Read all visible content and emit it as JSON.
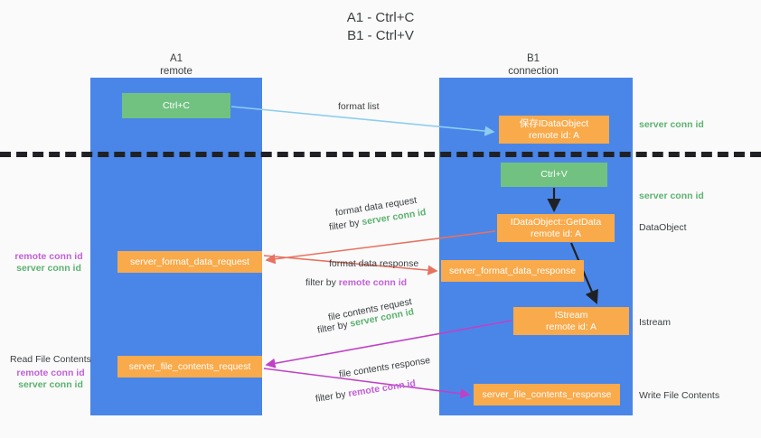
{
  "title": {
    "line1": "A1 - Ctrl+C",
    "line2": "B1 - Ctrl+V"
  },
  "columns": [
    {
      "name": "A1",
      "role": "remote"
    },
    {
      "name": "B1",
      "role": "connection"
    }
  ],
  "boxes": {
    "ctrl_c": {
      "label": "Ctrl+C",
      "color": "#71c281"
    },
    "idataobject": {
      "line1": "保存IDataObject",
      "line2": "remote id: A",
      "color": "#f9aa4b"
    },
    "ctrl_v": {
      "label": "Ctrl+V",
      "color": "#71c281"
    },
    "getdata": {
      "line1": "IDataObject::GetData",
      "line2": "remote id: A",
      "color": "#f9aa4b"
    },
    "server_format_data_request": {
      "label": "server_format_data_request",
      "color": "#f9aa4b"
    },
    "server_format_data_response": {
      "label": "server_format_data_response",
      "color": "#f9aa4b"
    },
    "istream": {
      "line1": "IStream",
      "line2": "remote id: A",
      "color": "#f9aa4b"
    },
    "server_file_contents_request": {
      "label": "server_file_contents_request",
      "color": "#f9aa4b"
    },
    "server_file_contents_response": {
      "label": "server_file_contents_response",
      "color": "#f9aa4b"
    }
  },
  "edge_labels": {
    "format_list": "format list",
    "format_data_request": "format data request",
    "format_data_request_filter_prefix": "filter by ",
    "format_data_request_filter_key": "server conn id",
    "format_data_response": "format data response",
    "format_data_response_filter_prefix": "filter by ",
    "format_data_response_filter_key": "remote conn id",
    "file_contents_request": "file contents request",
    "file_contents_request_filter_prefix": "filter by ",
    "file_contents_request_filter_key": "server conn id",
    "file_contents_response": "file contents response",
    "file_contents_response_filter_prefix": "filter by ",
    "file_contents_response_filter_key": "remote conn id"
  },
  "right_annotations": {
    "server_conn_id_top": "server conn id",
    "server_conn_id_mid": "server conn id",
    "dataobject": "DataObject",
    "istream": "Istream",
    "write_file_contents": "Write File Contents"
  },
  "left_annotations": {
    "block1": {
      "remote": "remote conn id",
      "server": "server conn id"
    },
    "block2": {
      "title": "Read File Contents",
      "remote": "remote conn id",
      "server": "server conn id"
    }
  },
  "colors": {
    "lane": "#4a86e8",
    "green_box": "#71c281",
    "orange_box": "#f9aa4b",
    "green_text": "#5cb270",
    "magenta_text": "#c160d6",
    "arrow_blue": "#8ecdf0",
    "arrow_red": "#e8715f",
    "arrow_magenta": "#c040c8",
    "arrow_dark": "#202124",
    "background": "#fafafa"
  }
}
